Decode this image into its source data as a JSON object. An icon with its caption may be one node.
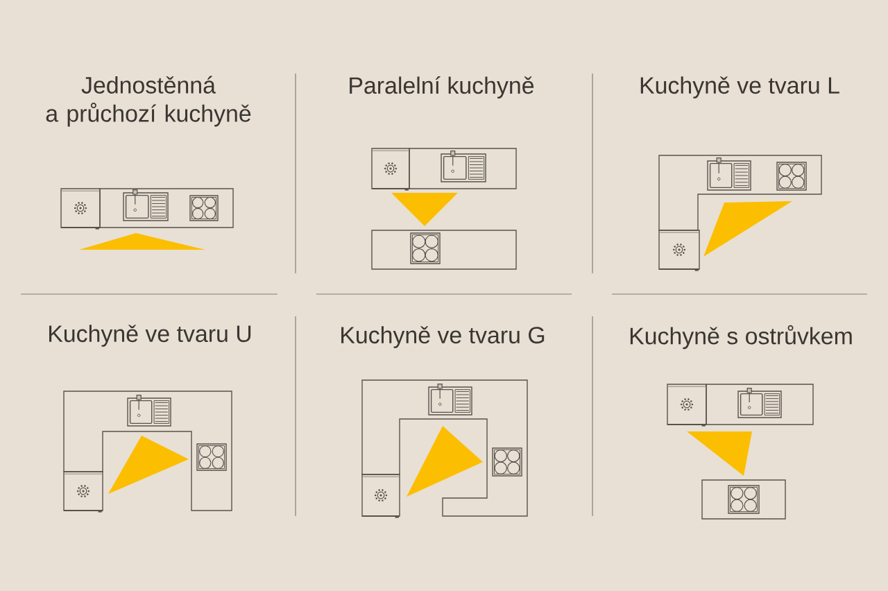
{
  "diagram": {
    "labels": [
      "Jednostěnná a průchozí kuchyně",
      "Paralelní kuchyně",
      "Kuchyně ve tvaru L",
      "Kuchyně ve tvaru U",
      "Kuchyně ve tvaru G",
      "Kuchyně s ostrůvkem"
    ]
  }
}
